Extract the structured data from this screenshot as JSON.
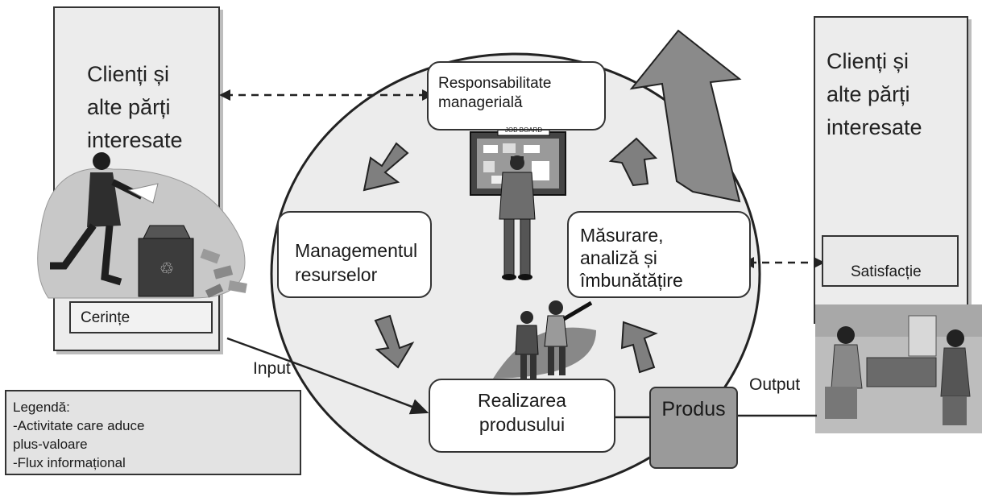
{
  "left_panel": {
    "title_lines": [
      "Clienți și",
      "alte părți",
      "interesate"
    ],
    "requirements_label": "Cerințe"
  },
  "right_panel": {
    "title_lines": [
      "Clienți și",
      "alte părți",
      "interesate"
    ],
    "satisfaction_label": "Satisfacție"
  },
  "cycle": {
    "management_responsibility_lines": [
      "Responsabilitate",
      "managerială"
    ],
    "resource_management_lines": [
      "Managementul",
      "resurselor"
    ],
    "measurement_lines": [
      "Măsurare,",
      "analiză și",
      "îmbunătățire"
    ],
    "product_realization_lines": [
      "Realizarea",
      "produsului"
    ],
    "job_board_label": "JOB BOARD"
  },
  "product_label": "Produs",
  "input_label": "Input",
  "output_label": "Output",
  "legend": {
    "title": "Legendă:",
    "line1": "-Activitate care aduce",
    "line2": "plus-valoare",
    "line3": "-Flux informațional"
  },
  "colors": {
    "arrow_fill": "#7f7f7f",
    "panel_bg": "#ececec",
    "product_fill": "#9a9a9a"
  }
}
